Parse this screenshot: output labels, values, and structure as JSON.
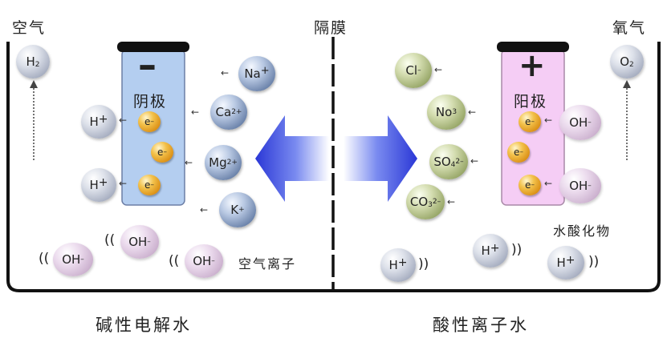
{
  "labels": {
    "air_left": "空气",
    "membrane": "隔膜",
    "oxygen": "氧气",
    "cathode": "阴极",
    "anode": "阳极",
    "minus_sign": "–",
    "plus_sign": "+",
    "air_ions": "空气离子",
    "hydroxide": "水酸化物",
    "alkaline_water": "碱性电解水",
    "acidic_water": "酸性离子水"
  },
  "ions": {
    "h2": "H",
    "h2_sub": "2",
    "o2": "O",
    "o2_sub": "2",
    "h_plus": "H",
    "plus": "+",
    "e": "e",
    "minus": "–",
    "na": "Na",
    "ca": "Ca",
    "ca_charge": "2+",
    "mg": "Mg",
    "mg_charge": "2+",
    "k": "K",
    "cl": "Cl",
    "no3": "No",
    "no3_num": "3",
    "so4": "SO",
    "so4_sub": "4",
    "so4_charge": "2–",
    "co3": "CO",
    "co3_sub": "3",
    "co3_charge": "2–",
    "oh": "OH"
  },
  "colors": {
    "cathode_fill": "#b4cef0",
    "anode_fill": "#f5cdf5",
    "arrow_blue": "#3b4bd8"
  }
}
